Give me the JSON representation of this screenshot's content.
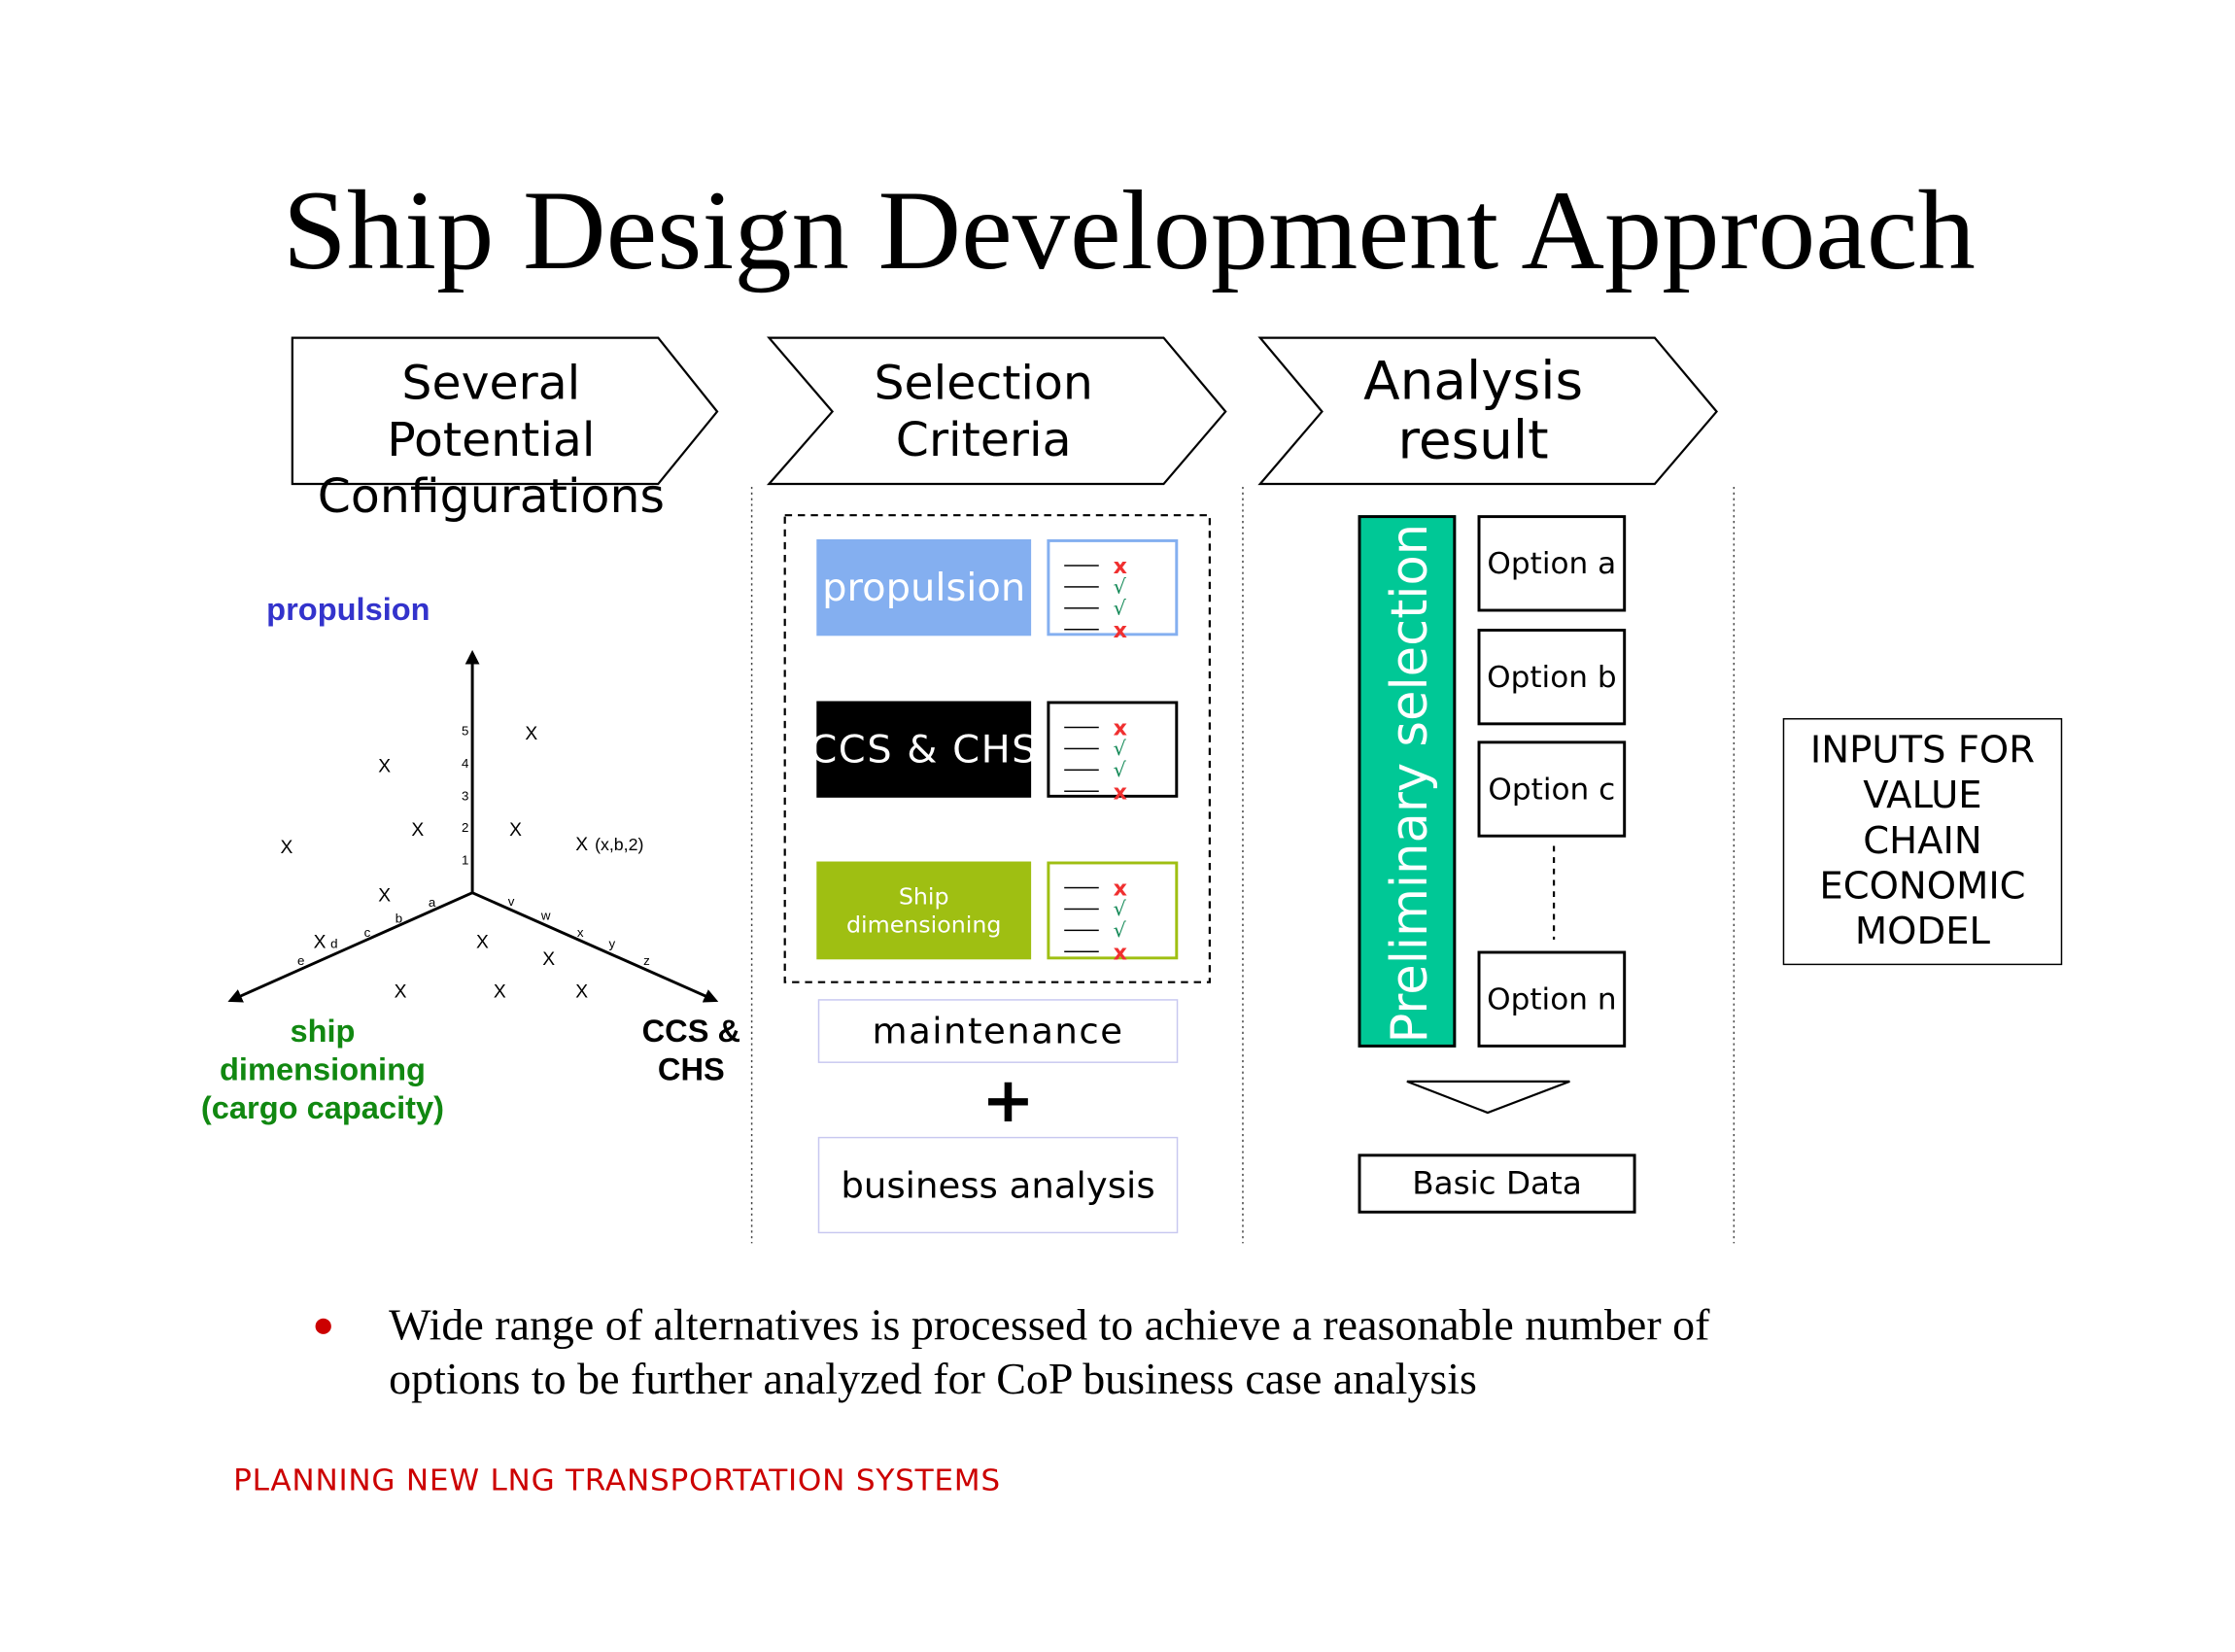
{
  "title": "Ship Design Development Approach",
  "chevrons": [
    {
      "line1": "Several Potential",
      "line2": "Configurations"
    },
    {
      "line1": "Selection",
      "line2": "Criteria"
    },
    {
      "line1": "Analysis",
      "line2": "result"
    }
  ],
  "axes": {
    "propulsion_label": "propulsion",
    "ship_label": [
      "ship",
      "dimensioning",
      "(cargo capacity)"
    ],
    "ccs_label": [
      "CCS &",
      "CHS"
    ],
    "vertical_ticks": [
      "1",
      "2",
      "3",
      "4",
      "5"
    ],
    "left_ticks": [
      "a",
      "b",
      "c",
      "d",
      "e"
    ],
    "right_ticks": [
      "v",
      "w",
      "x",
      "y",
      "z"
    ],
    "marker": "X",
    "example_point": "(x,b,2)"
  },
  "criteria": [
    {
      "label": "propulsion",
      "color": "#84AFF0",
      "checks": [
        "x",
        "√",
        "√",
        "x"
      ]
    },
    {
      "label": "CCS & CHS",
      "color": "#000000",
      "checks": [
        "x",
        "√",
        "√",
        "x"
      ]
    },
    {
      "label_line1": "Ship",
      "label_line2": "dimensioning",
      "color": "#9FBF12",
      "checks": [
        "x",
        "√",
        "√",
        "x"
      ]
    }
  ],
  "maintenance": "maintenance",
  "plus": "+",
  "business_analysis": "business analysis",
  "preliminary_selection": "Preliminary selection",
  "preliminary_color": "#00C896",
  "options": [
    "Option a",
    "Option b",
    "Option c",
    "Option n"
  ],
  "basic_data": "Basic Data",
  "inputs_box": [
    "INPUTS FOR",
    "VALUE",
    "CHAIN",
    "ECONOMIC",
    "MODEL"
  ],
  "bullet": {
    "line1": "Wide range of alternatives is processed to achieve a reasonable number of",
    "line2": "options to be further analyzed for CoP business case analysis"
  },
  "footer": "PLANNING NEW LNG TRANSPORTATION SYSTEMS"
}
